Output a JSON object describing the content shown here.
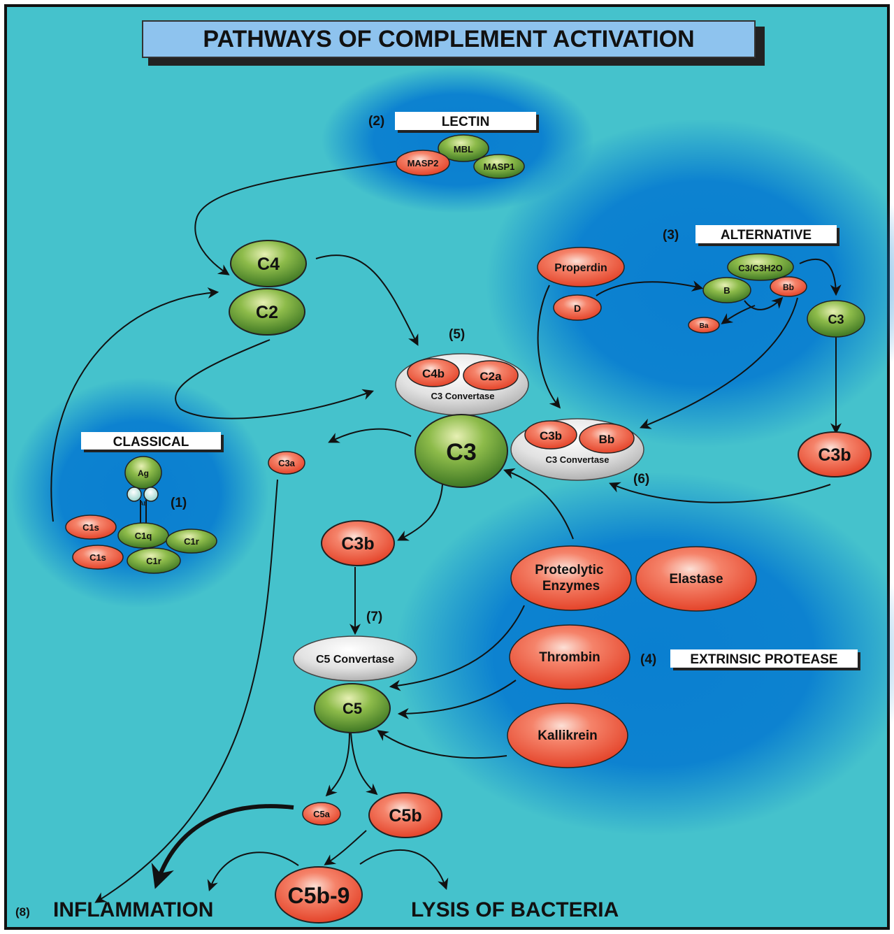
{
  "title": "PATHWAYS OF COMPLEMENT ACTIVATION",
  "pathways": {
    "lectin": {
      "number": "(2)",
      "label": "LECTIN"
    },
    "alternative": {
      "number": "(3)",
      "label": "ALTERNATIVE"
    },
    "classical": {
      "label": "CLASSICAL",
      "number": "(1)"
    },
    "extrinsic": {
      "number": "(4)",
      "label": "EXTRINSIC PROTEASE"
    }
  },
  "step_labels": {
    "s5": "(5)",
    "s6": "(6)",
    "s7": "(7)",
    "s8": "(8)"
  },
  "molecules": {
    "masp2": "MASP2",
    "mbl": "MBL",
    "masp1": "MASP1",
    "c4": "C4",
    "c2": "C2",
    "properdin": "Properdin",
    "d": "D",
    "c3_h2o": "C3/C3H2O",
    "b": "B",
    "bb": "Bb",
    "ba": "Ba",
    "c3_alt": "C3",
    "c4b": "C4b",
    "c2a": "C2a",
    "c3_convertase_1": "C3 Convertase",
    "c3b_conv": "C3b",
    "bb_conv": "Bb",
    "c3_convertase_2": "C3 Convertase",
    "c3_main": "C3",
    "c3a": "C3a",
    "c3b_right": "C3b",
    "c3b_center": "C3b",
    "ag": "Ag",
    "ab": "Ab",
    "c1s_a": "C1s",
    "c1q": "C1q",
    "c1r_a": "C1r",
    "c1s_b": "C1s",
    "c1r_b": "C1r",
    "proteolytic": [
      "Proteolytic",
      "Enzymes"
    ],
    "elastase": "Elastase",
    "thrombin": "Thrombin",
    "kallikrein": "Kallikrein",
    "c5_convertase": "C5 Convertase",
    "c5": "C5",
    "c5a": "C5a",
    "c5b": "C5b",
    "c5b9": "C5b-9"
  },
  "outcomes": {
    "inflammation": "INFLAMMATION",
    "lysis": "LYSIS OF BACTERIA"
  },
  "colors": {
    "background": "#45c2cc",
    "halo": "#0a7fd0",
    "red_fill": "#f26048",
    "green_fill": "#5e9a2c",
    "grey_fill": "#d6d6d6",
    "title_fill": "#8ec3ee"
  }
}
